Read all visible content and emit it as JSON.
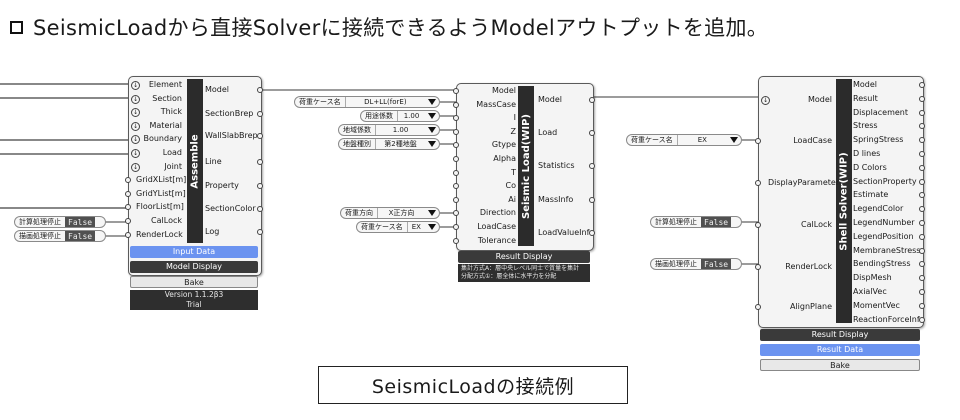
{
  "heading": "SeismicLoadから直接Solverに接続できるようModelアウトプットを追加。",
  "caption": "SeismicLoadの接続例",
  "assemble": {
    "name": "Assemble",
    "inputs": [
      "Element",
      "Section",
      "Thick",
      "Material",
      "Boundary",
      "Load",
      "Joint",
      "GridXList[m]",
      "GridYList[m]",
      "FloorList[m]",
      "CalLock",
      "RenderLock"
    ],
    "outputs": [
      "Model",
      "SectionBrep",
      "WallSlabBrep",
      "Line",
      "Property",
      "SectionColor",
      "Log"
    ],
    "bars": [
      "Input Data",
      "Model Display",
      "Bake"
    ],
    "footer": [
      "Version 1.1.2β3",
      "Trial"
    ],
    "toggles": [
      {
        "label": "計算処理停止",
        "value": "False"
      },
      {
        "label": "描画処理停止",
        "value": "False"
      }
    ]
  },
  "seismic": {
    "name": "Seismic Load(WIP)",
    "inputs": [
      "Model",
      "MassCase",
      "I",
      "Z",
      "Gtype",
      "Alpha",
      "T",
      "Co",
      "Ai",
      "Direction",
      "LoadCase",
      "Tolerance"
    ],
    "outputs": [
      "Model",
      "Load",
      "Statistics",
      "MassInfo",
      "LoadValueInfo"
    ],
    "bar": "Result Display",
    "note": [
      "集計方式A：層中央レベル同士で質量を集計",
      "分配方式①：層全体に水平力を分配"
    ],
    "value_lists": [
      {
        "name": "荷重ケース名",
        "value": "DL+LL(forE)"
      },
      {
        "name": "用途係数",
        "value": "1.00"
      },
      {
        "name": "地域係数",
        "value": "1.00"
      },
      {
        "name": "地盤種別",
        "value": "第2種地盤"
      },
      {
        "name": "荷重方向",
        "value": "X正方向"
      },
      {
        "name": "荷重ケース名",
        "value": "EX"
      }
    ]
  },
  "solver": {
    "name": "Shell Solver(WIP)",
    "inputs": [
      "Model",
      "LoadCase",
      "DisplayParameter",
      "CalLock",
      "RenderLock",
      "AlignPlane"
    ],
    "outputs": [
      "Model",
      "Result",
      "Displacement",
      "Stress",
      "SpringStress",
      "D lines",
      "D Colors",
      "SectionProperty",
      "Estimate",
      "LegendColor",
      "LegendNumber",
      "LegendPosition",
      "MembraneStress",
      "BendingStress",
      "DispMesh",
      "AxialVec",
      "MomentVec",
      "ReactionForceInfo"
    ],
    "bars": [
      "Result Display",
      "Result Data",
      "Bake"
    ],
    "value_list": {
      "name": "荷重ケース名",
      "value": "EX"
    },
    "toggles": [
      {
        "label": "計算処理停止",
        "value": "False"
      },
      {
        "label": "描画処理停止",
        "value": "False"
      }
    ]
  },
  "colors": {
    "wire": "#3a3a3a",
    "nickname": "#2b2b2b",
    "highlight": "#6b93f0"
  }
}
